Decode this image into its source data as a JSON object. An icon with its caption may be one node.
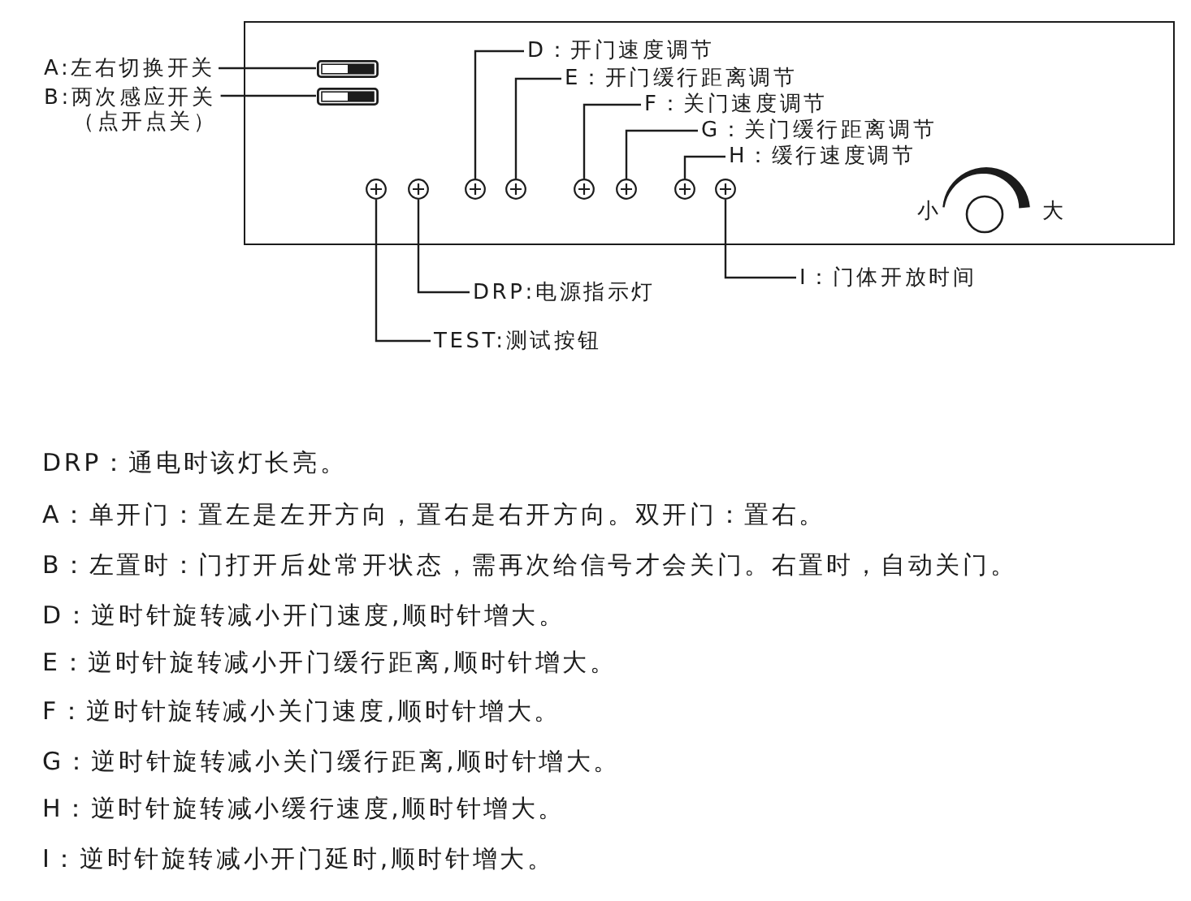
{
  "diagram": {
    "nodes": [
      {
        "text": [
          "A:左右切换开关"
        ]
      },
      {
        "text": [
          "B:两次感应开关",
          "（点开点关）"
        ]
      },
      {
        "text": [],
        "shape": "box"
      },
      {
        "text": [],
        "shape": "box",
        "in": 2
      },
      {
        "text": [],
        "shape": "box",
        "in": 2
      },
      {
        "text": [
          "D：开门速度调节"
        ],
        "in": 2
      },
      {
        "text": [
          "E：开门缓行距离调节"
        ],
        "in": 2
      },
      {
        "text": [
          "F：关门速度调节"
        ],
        "in": 2
      },
      {
        "text": [
          "G：关门缓行距离调节"
        ],
        "in": 2
      },
      {
        "text": [
          "H：缓行速度调节"
        ],
        "in": 2
      },
      {
        "text": [],
        "shape": "circle",
        "in": 2
      },
      {
        "text": [],
        "shape": "circle",
        "in": 2
      },
      {
        "text": [],
        "shape": "circle",
        "in": 2
      },
      {
        "text": [],
        "shape": "circle",
        "in": 2
      },
      {
        "text": [],
        "shape": "circle",
        "in": 2
      },
      {
        "text": [],
        "shape": "circle",
        "in": 2
      },
      {
        "text": [],
        "shape": "circle",
        "in": 2
      },
      {
        "text": [],
        "shape": "circle",
        "in": 2
      },
      {
        "text": [],
        "shape": "circle",
        "in": 2,
        "beside": [
          "小",
          "大"
        ]
      },
      {
        "text": [
          "I：门体开放时间"
        ]
      },
      {
        "text": [
          "DRP:电源指示灯"
        ]
      },
      {
        "text": [
          "TEST:测试按钮"
        ]
      }
    ],
    "edges": [
      {
        "from": 0,
        "to": 3,
        "arrow": "none"
      },
      {
        "from": 1,
        "to": 4,
        "arrow": "none"
      },
      {
        "from": 5,
        "to": 12,
        "arrow": "none"
      },
      {
        "from": 6,
        "to": 13,
        "arrow": "none"
      },
      {
        "from": 7,
        "to": 14,
        "arrow": "none"
      },
      {
        "from": 8,
        "to": 15,
        "arrow": "none"
      },
      {
        "from": 9,
        "to": 16,
        "arrow": "none"
      },
      {
        "from": 19,
        "to": 17,
        "arrow": "none"
      },
      {
        "from": 20,
        "to": 11,
        "arrow": "none"
      },
      {
        "from": 21,
        "to": 10,
        "arrow": "none"
      }
    ],
    "labels": [
      "DRP：通电时该灯长亮。",
      "A：单开门：置左是左开方向，置右是右开方向。双开门：置右。",
      "B：左置时：门打开后处常开状态，需再次给信号才会关门。右置时，自动关门。",
      "D：逆时针旋转减小开门速度,顺时针增大。",
      "E：逆时针旋转减小开门缓行距离,顺时针增大。",
      "F：逆时针旋转减小关门速度,顺时针增大。",
      "G：逆时针旋转减小关门缓行距离,顺时针增大。",
      "H：逆时针旋转减小缓行速度,顺时针增大。",
      "I：逆时针旋转减小开门延时,顺时针增大。"
    ]
  }
}
